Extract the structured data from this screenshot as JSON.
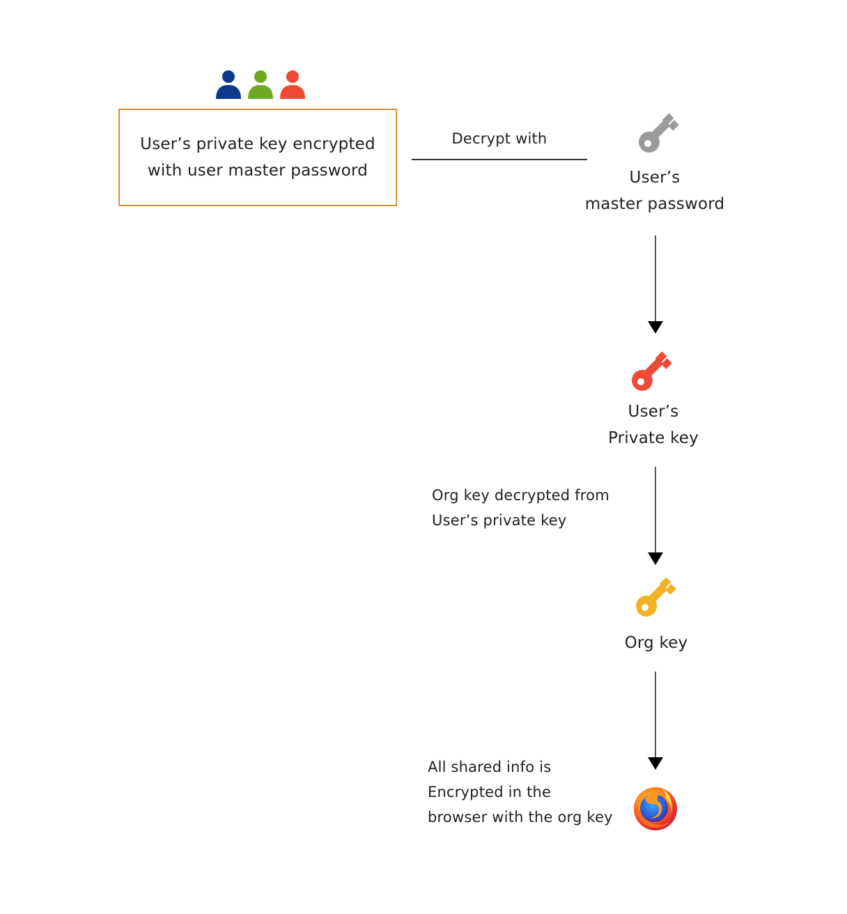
{
  "users": {
    "colors": [
      "#0d3a8a",
      "#6fa822",
      "#ef4a36"
    ]
  },
  "box": {
    "line1": "User’s private key encrypted",
    "line2": "with user master password",
    "border_color": "#e08d3c"
  },
  "connector": {
    "label": "Decrypt with"
  },
  "master_password": {
    "line1": "User’s",
    "line2": "master password",
    "icon": "key-icon",
    "color": "#9b9b9b"
  },
  "private_key": {
    "line1": "User’s",
    "line2": "Private key",
    "icon": "key-icon",
    "color": "#ee4a3a"
  },
  "org_key_note": {
    "line1": "Org key decrypted from",
    "line2": "User’s private key"
  },
  "org_key": {
    "label": "Org key",
    "icon": "key-icon",
    "color": "#f3b225"
  },
  "shared_note": {
    "line1": "All shared info is",
    "line2": "Encrypted in the",
    "line3": "browser with the org key"
  },
  "browser": {
    "icon": "firefox-icon"
  }
}
